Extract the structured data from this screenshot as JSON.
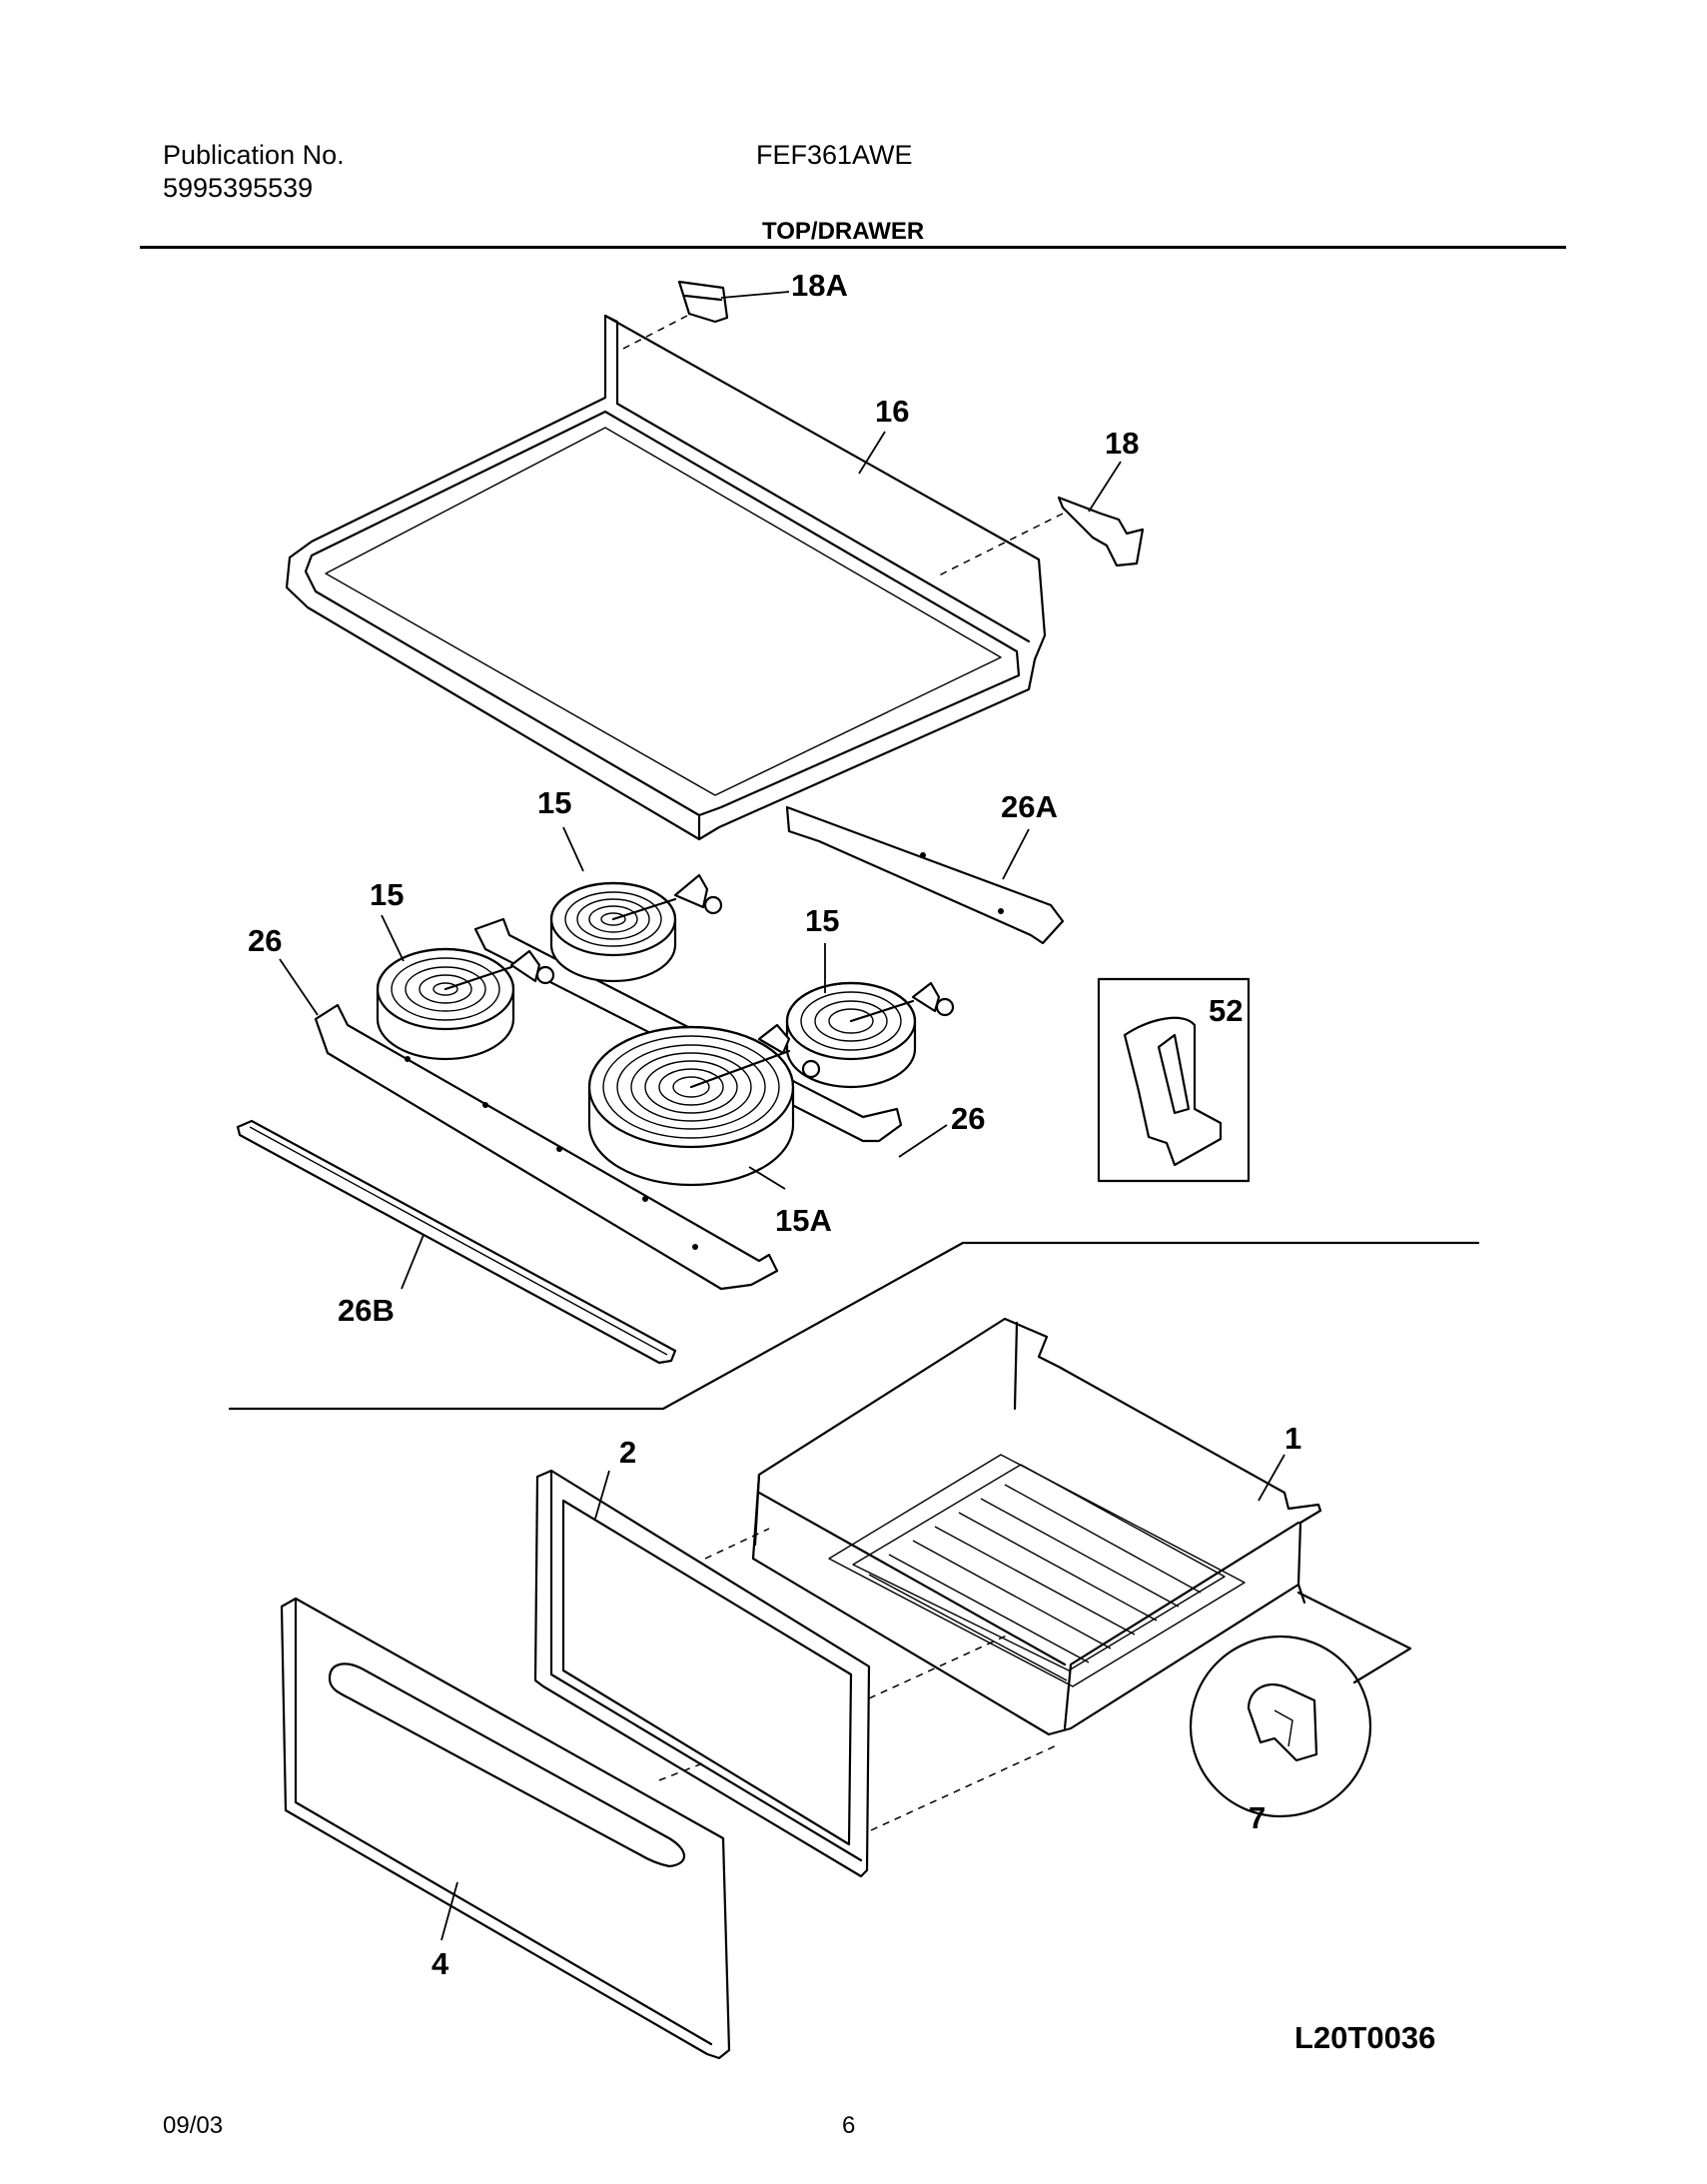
{
  "header": {
    "publication_label": "Publication No.",
    "publication_number": "5995395539",
    "model": "FEF361AWE",
    "section_title": "TOP/DRAWER"
  },
  "callouts": {
    "p18A": "18A",
    "p16": "16",
    "p18": "18",
    "p15a": "15",
    "p15b": "15",
    "p15c": "15",
    "p26A": "26A",
    "p26a": "26",
    "p26b": "26",
    "p52": "52",
    "p15A": "15A",
    "p26B": "26B",
    "p2": "2",
    "p1": "1",
    "p7": "7",
    "p4": "4"
  },
  "diagram_code": "L20T0036",
  "footer": {
    "date": "09/03",
    "page": "6"
  }
}
